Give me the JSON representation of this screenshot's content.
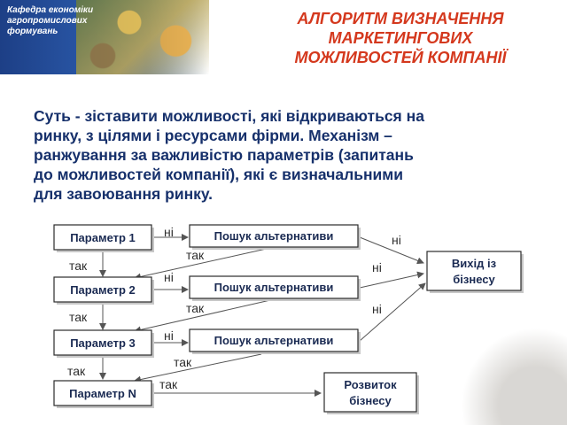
{
  "header": {
    "banner_text": "Кафедра економіки\nагропромислових\nформувань",
    "title": "АЛГОРИТМ ВИЗНАЧЕННЯ\nМАРКЕТИНГОВИХ\nМОЖЛИВОСТЕЙ КОМПАНІЇ"
  },
  "intro": "Суть - зіставити можливості, які відкриваються на\n   ринку, з цілями і ресурсами фірми. Механізм –\n   ранжування за важливістю параметрів (запитань\n   до можливостей компанії), які є визначальними\n   для завоювання ринку.",
  "diagram": {
    "params": [
      "Параметр 1",
      "Параметр 2",
      "Параметр 3",
      "Параметр N"
    ],
    "alternatives": [
      "Пошук альтернативи",
      "Пошук альтернативи",
      "Пошук альтернативи"
    ],
    "exit": [
      "Вихід із",
      "бізнесу"
    ],
    "development": [
      "Розвиток",
      "бізнесу"
    ],
    "label_no": "ні",
    "label_yes": "так"
  },
  "colors": {
    "title": "#d4381d",
    "intro": "#16306b",
    "banner": "#1d3f86"
  }
}
